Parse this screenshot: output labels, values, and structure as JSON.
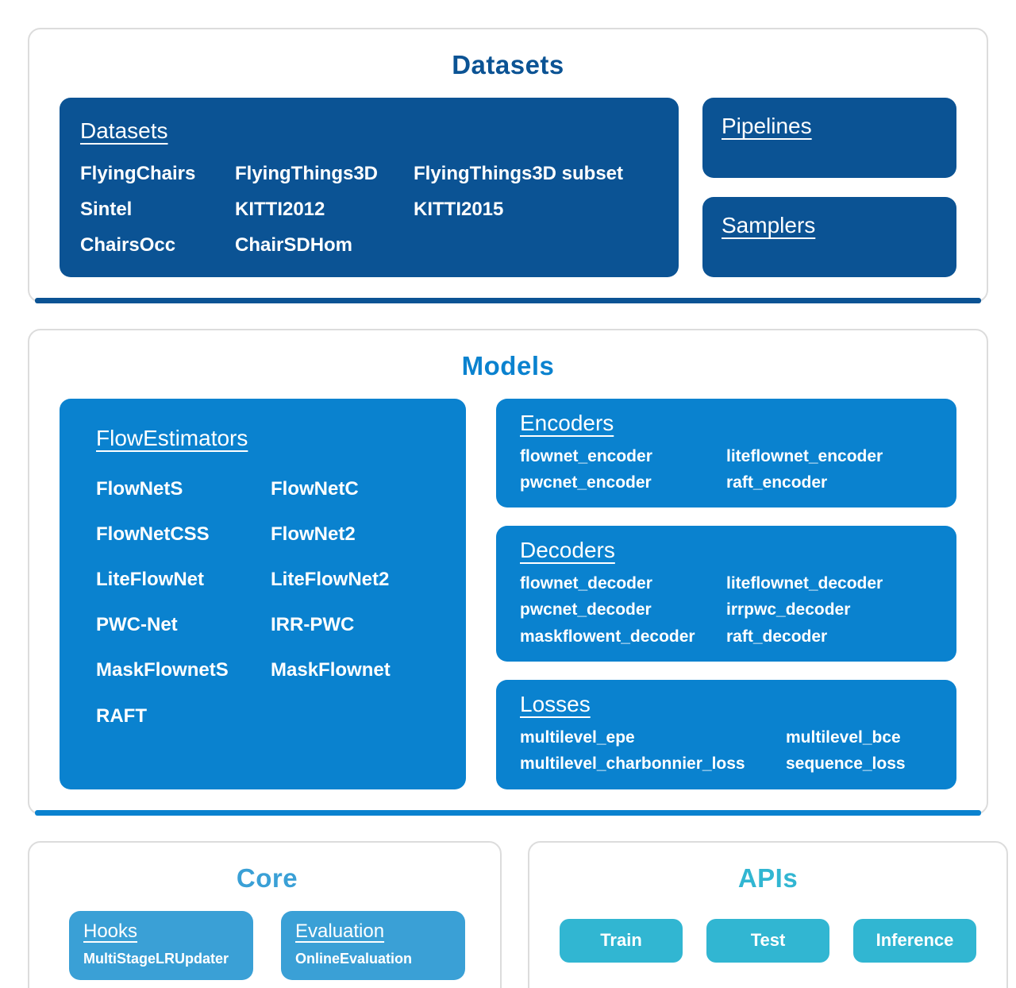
{
  "colors": {
    "section_datasets": "#0b5394",
    "section_models": "#0a82cf",
    "section_core": "#3aa0d6",
    "section_apis": "#31b6d2",
    "card_border": "#dcdcdc",
    "text_on_blue": "#ffffff"
  },
  "sections": {
    "datasets": {
      "title": "Datasets",
      "datasets_box": {
        "heading": "Datasets",
        "items": [
          "FlyingChairs",
          "FlyingThings3D",
          "FlyingThings3D subset",
          "Sintel",
          "KITTI2012",
          "KITTI2015",
          "ChairsOcc",
          "ChairSDHom"
        ]
      },
      "pipelines_box": {
        "heading": "Pipelines"
      },
      "samplers_box": {
        "heading": "Samplers"
      }
    },
    "models": {
      "title": "Models",
      "flow_estimators": {
        "heading": "FlowEstimators",
        "items": [
          "FlowNetS",
          "FlowNetC",
          "FlowNetCSS",
          "FlowNet2",
          "LiteFlowNet",
          "LiteFlowNet2",
          "PWC-Net",
          "IRR-PWC",
          "MaskFlownetS",
          "MaskFlownet",
          "RAFT"
        ]
      },
      "encoders": {
        "heading": "Encoders",
        "items": [
          "flownet_encoder",
          "liteflownet_encoder",
          "pwcnet_encoder",
          "raft_encoder"
        ]
      },
      "decoders": {
        "heading": "Decoders",
        "items": [
          "flownet_decoder",
          "liteflownet_decoder",
          "pwcnet_decoder",
          "irrpwc_decoder",
          "maskflowent_decoder",
          "raft_decoder"
        ]
      },
      "losses": {
        "heading": "Losses",
        "items": [
          "multilevel_epe",
          "multilevel_bce",
          "multilevel_charbonnier_loss",
          "sequence_loss"
        ]
      }
    },
    "core": {
      "title": "Core",
      "hooks_box": {
        "heading": "Hooks",
        "items": [
          "MultiStageLRUpdater"
        ]
      },
      "evaluation_box": {
        "heading": "Evaluation",
        "items": [
          "OnlineEvaluation"
        ]
      }
    },
    "apis": {
      "title": "APIs",
      "buttons": [
        "Train",
        "Test",
        "Inference"
      ]
    }
  }
}
